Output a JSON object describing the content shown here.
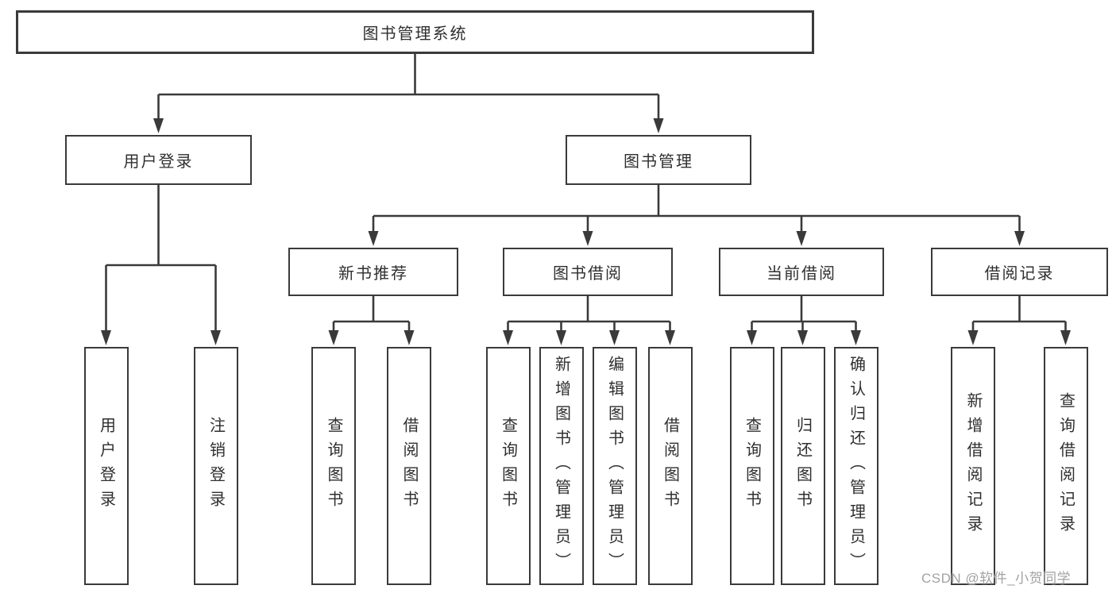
{
  "diagram": {
    "type": "hierarchy-tree",
    "root": {
      "label": "图书管理系统",
      "children": [
        {
          "label": "用户登录",
          "children": [
            {
              "label": "用户登录"
            },
            {
              "label": "注销登录"
            }
          ]
        },
        {
          "label": "图书管理",
          "children": [
            {
              "label": "新书推荐",
              "children": [
                {
                  "label": "查询图书"
                },
                {
                  "label": "借阅图书"
                }
              ]
            },
            {
              "label": "图书借阅",
              "children": [
                {
                  "label": "查询图书"
                },
                {
                  "label": "新增图书（管理员）"
                },
                {
                  "label": "编辑图书（管理员）"
                },
                {
                  "label": "借阅图书"
                }
              ]
            },
            {
              "label": "当前借阅",
              "children": [
                {
                  "label": "查询图书"
                },
                {
                  "label": "归还图书"
                },
                {
                  "label": "确认归还（管理员）"
                }
              ]
            },
            {
              "label": "借阅记录",
              "children": [
                {
                  "label": "新增借阅记录"
                },
                {
                  "label": "查询借阅记录"
                }
              ]
            }
          ]
        }
      ]
    },
    "colors": {
      "line": "#3a3a3a",
      "box_border": "#3a3a3a",
      "box_fill": "#ffffff",
      "text": "#2f2f2f",
      "background": "#ffffff",
      "watermark": "#a2a2a2"
    }
  },
  "watermark": {
    "text": "CSDN @软件_小贺同学"
  }
}
